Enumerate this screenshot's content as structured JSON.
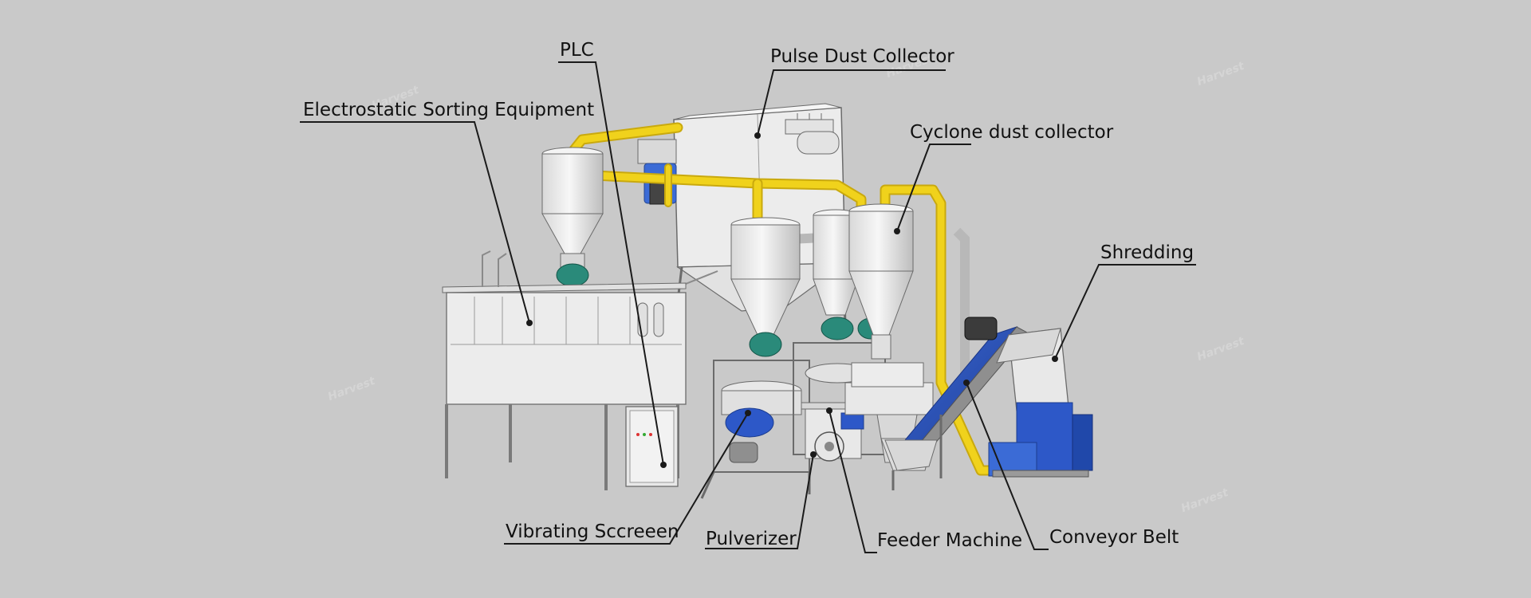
{
  "labels": {
    "plc": "PLC",
    "pulse_dust_collector": "Pulse Dust Collector",
    "electrostatic_sorting": "Electrostatic Sorting Equipment",
    "cyclone_dust_collector": "Cyclone dust collector",
    "shredding": "Shredding",
    "vibrating_screen": "Vibrating Sccreeen",
    "pulverizer": "Pulverizer",
    "feeder_machine": "Feeder Machine",
    "conveyor_belt": "Conveyor Belt"
  },
  "watermark": {
    "text": "Harvest"
  },
  "colors": {
    "background": "#c9c9c9",
    "pipe_yellow": "#f0d21c",
    "machine_body": "#ededed",
    "machine_edge": "#6b6b6b",
    "motor_green": "#2a8a7a",
    "motor_blue": "#2d58c8",
    "leader_line": "#1a1a1a"
  }
}
